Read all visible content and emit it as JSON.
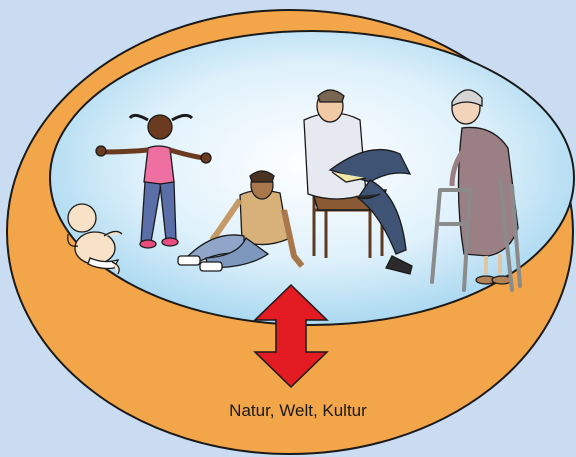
{
  "diagram": {
    "caption": "Natur, Welt, Kultur",
    "figures": [
      {
        "name": "baby"
      },
      {
        "name": "child"
      },
      {
        "name": "teenager"
      },
      {
        "name": "adult"
      },
      {
        "name": "elderly-woman"
      }
    ],
    "colors": {
      "background": "#c9dcf2",
      "outer_ring": "#f3a54a",
      "inner_space": "#bfe3f5",
      "arrow": "#e31b23",
      "outline": "#1a1a1a"
    }
  }
}
